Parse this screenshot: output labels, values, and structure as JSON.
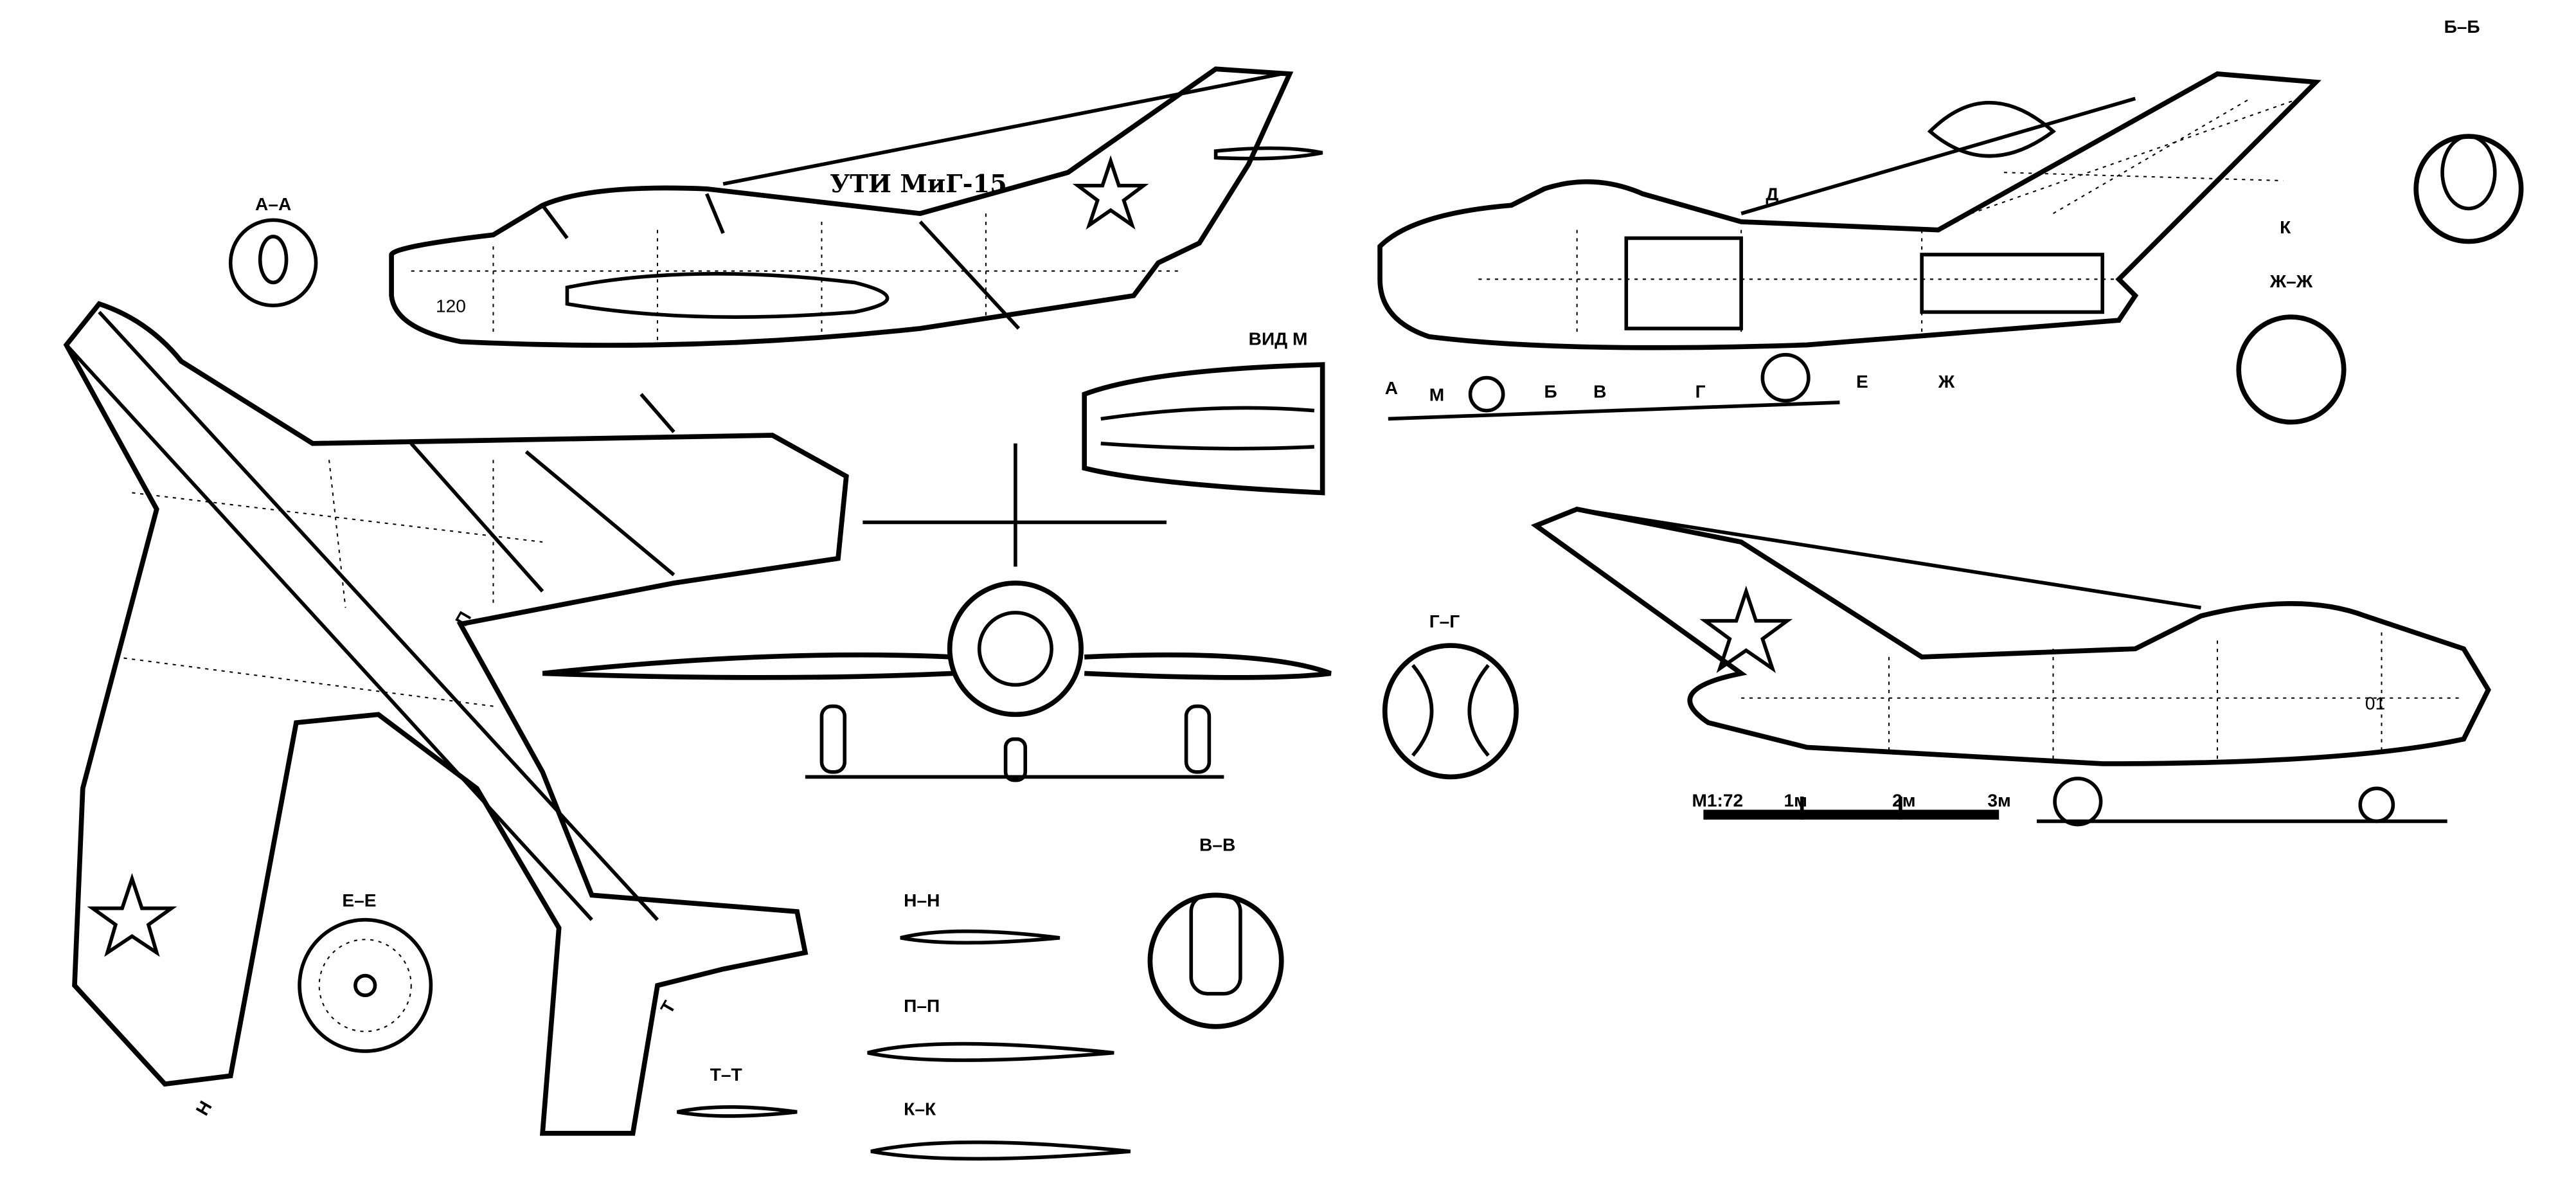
{
  "title": "УТИ МиГ-15",
  "side_number_left": "120",
  "side_number_right": "01",
  "view_label": "ВИД М",
  "scale": {
    "label": "М1:72",
    "ticks": [
      "1м",
      "2м",
      "3м"
    ]
  },
  "section_titles": {
    "aa": "А–А",
    "bb": "Б–Б",
    "vv": "В–В",
    "gg": "Г–Г",
    "ee": "Е–Е",
    "zhzh": "Ж–Ж",
    "nn": "Н–Н",
    "pp": "П–П",
    "tt": "Т–Т",
    "kk": "К–К"
  },
  "cut_markers": {
    "a": "А",
    "m": "М",
    "b": "Б",
    "v": "В",
    "g": "Г",
    "d": "Д",
    "e": "Е",
    "zh": "Ж",
    "k": "К",
    "n": "Н",
    "t": "Т",
    "p": "П"
  }
}
